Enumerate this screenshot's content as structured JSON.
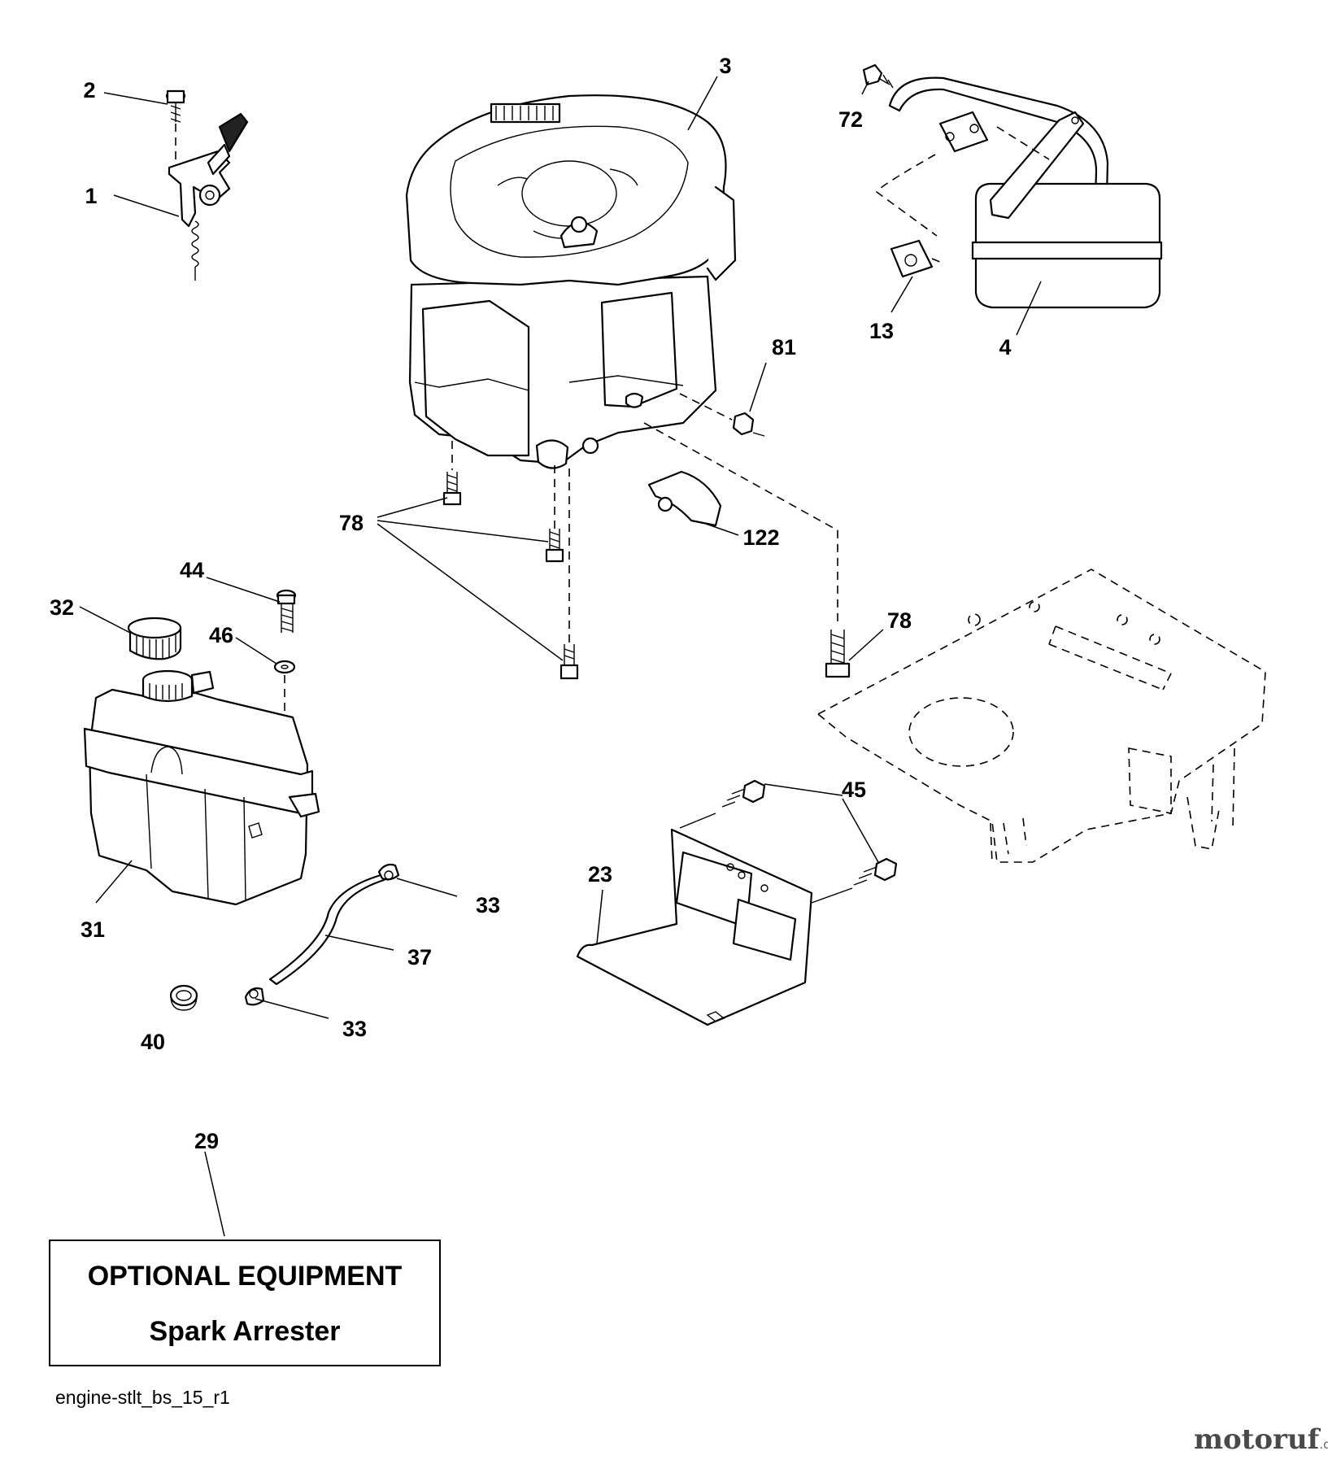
{
  "diagram": {
    "callouts": {
      "c1": "1",
      "c2": "2",
      "c3": "3",
      "c4": "4",
      "c13": "13",
      "c72": "72",
      "c81": "81",
      "c78a": "78",
      "c78b": "78",
      "c122": "122",
      "c44": "44",
      "c32": "32",
      "c46": "46",
      "c31": "31",
      "c45": "45",
      "c23": "23",
      "c33a": "33",
      "c37": "37",
      "c33b": "33",
      "c40": "40",
      "c29": "29"
    },
    "optional_box": {
      "title": "OPTIONAL EQUIPMENT",
      "subtitle": "Spark Arrester"
    },
    "drawing_id": "engine-stlt_bs_15_r1"
  },
  "watermark": {
    "brand": "motoruf",
    "tld": ".de"
  }
}
